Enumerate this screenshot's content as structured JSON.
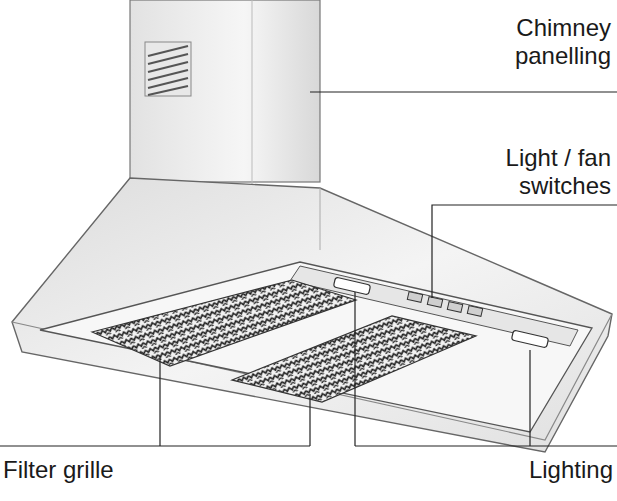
{
  "diagram": {
    "labels": [
      "Chimney panelling",
      "Light / fan switches",
      "Filter grille",
      "Lighting"
    ]
  }
}
